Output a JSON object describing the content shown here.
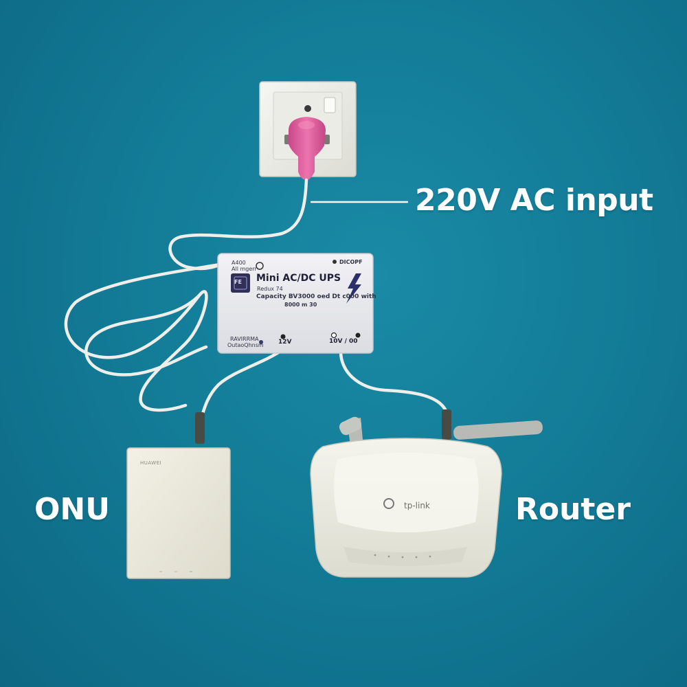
{
  "labels": {
    "ac_input": "220V AC input",
    "onu": "ONU",
    "router": "Router"
  },
  "ups": {
    "title": "Mini AC/DC UPS",
    "top_left_line1": "A400",
    "top_left_line2": "All mgerr",
    "top_right": "DICOPF",
    "model": "Redux 74",
    "capacity": "Capacity   BV3000 oed   Dt c000 with",
    "capacity_line2": "8000 m 30",
    "bottom_left_line1": "RAVIRRMA",
    "bottom_left_line2": "OutaoQhnsm",
    "port_12v": "12V",
    "port_10v": "10V  /  00",
    "logo_text": "FE"
  },
  "onu_device": {
    "brand": "HUAWEI"
  },
  "router_device": {
    "brand": "tp-link"
  },
  "colors": {
    "wall": "#137c97",
    "plug": "#e0649f",
    "device_white": "#efeee6",
    "label_text": "#ffffff"
  }
}
